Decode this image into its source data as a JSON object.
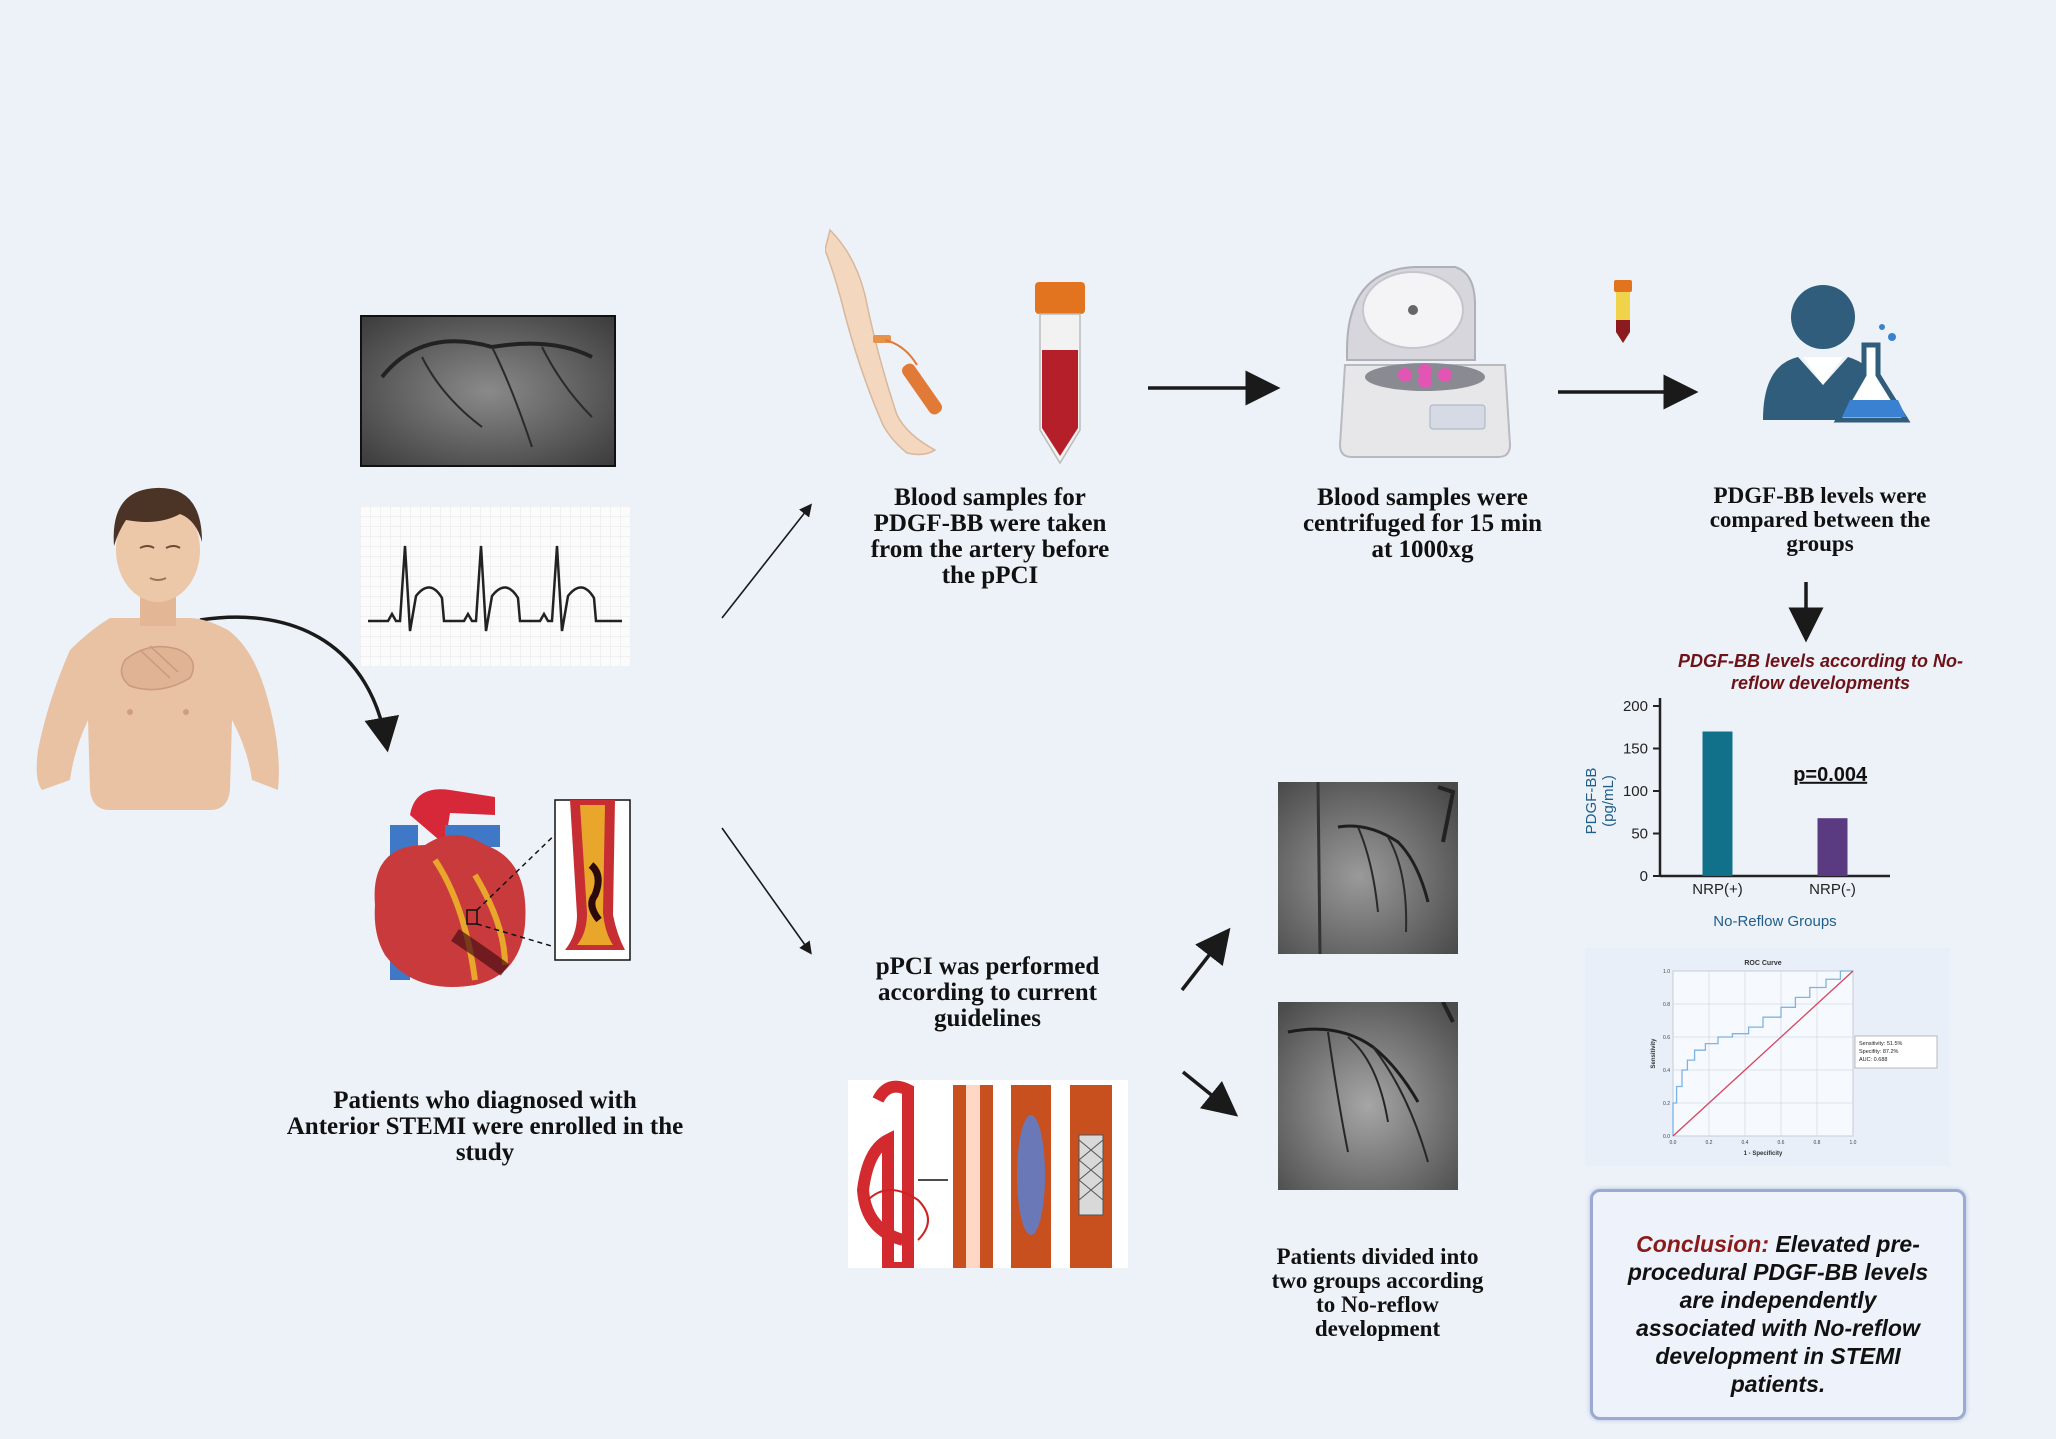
{
  "captions": {
    "enrolled": "Patients who diagnosed with Anterior STEMI were enrolled in the study",
    "blood_samples": "Blood samples for PDGF-BB were taken from the artery before the pPCI",
    "centrifuged": "Blood samples were centrifuged for 15 min at 1000xg",
    "compared": "PDGF-BB levels were compared between the groups",
    "pci": "pPCI was performed according to current guidelines",
    "divided": "Patients divided into two groups according to No-reflow development"
  },
  "conclusion": {
    "lead": "Conclusion:",
    "text": "Elevated pre-procedural PDGF-BB levels are independently associated with No-reflow development in STEMI patients."
  },
  "chart_data": [
    {
      "type": "bar",
      "title": "PDGF-BB levels according to No-reflow developments",
      "categories": [
        "NRP(+)",
        "NRP(-)"
      ],
      "values": [
        170,
        68
      ],
      "xlabel": "No-Reflow Groups",
      "ylabel": "PDGF-BB (pg/mL)",
      "ylim": [
        0,
        200
      ],
      "yticks": [
        0,
        50,
        100,
        150,
        200
      ],
      "annotation": "p=0.004",
      "colors": [
        "#12718a",
        "#5a3b82"
      ]
    },
    {
      "type": "line",
      "title": "ROC Curve",
      "xlabel": "1 - Specificity",
      "ylabel": "Sensitivity",
      "xlim": [
        0,
        1
      ],
      "ylim": [
        0,
        1
      ],
      "xticks": [
        "0.0",
        "0.2",
        "0.4",
        "0.6",
        "0.8",
        "1.0"
      ],
      "yticks": [
        "0.0",
        "0.2",
        "0.4",
        "0.6",
        "0.8",
        "1.0"
      ],
      "legend": [
        "Sensitivity: 51.5%",
        "Specifity: 87.2%",
        "AUC: 0.688"
      ],
      "legend_position": "right",
      "series": [
        {
          "values_x": [
            0,
            0,
            0.02,
            0.02,
            0.05,
            0.05,
            0.08,
            0.08,
            0.12,
            0.12,
            0.18,
            0.18,
            0.25,
            0.25,
            0.33,
            0.33,
            0.42,
            0.42,
            0.5,
            0.5,
            0.6,
            0.6,
            0.68,
            0.68,
            0.76,
            0.76,
            0.85,
            0.85,
            0.93,
            0.93,
            1.0
          ],
          "values_y": [
            0,
            0.2,
            0.2,
            0.3,
            0.3,
            0.4,
            0.4,
            0.46,
            0.46,
            0.52,
            0.52,
            0.56,
            0.56,
            0.6,
            0.6,
            0.62,
            0.62,
            0.66,
            0.66,
            0.72,
            0.72,
            0.78,
            0.78,
            0.84,
            0.84,
            0.9,
            0.9,
            0.95,
            0.95,
            1.0,
            1.0
          ],
          "color": "#7fb3e0"
        },
        {
          "values_x": [
            0,
            1
          ],
          "values_y": [
            0,
            1
          ],
          "color": "#d9435f"
        }
      ]
    }
  ],
  "colors": {
    "background": "#edf2f9",
    "arrow": "#1a1a1a",
    "conclusion_border": "#9aaad3"
  }
}
